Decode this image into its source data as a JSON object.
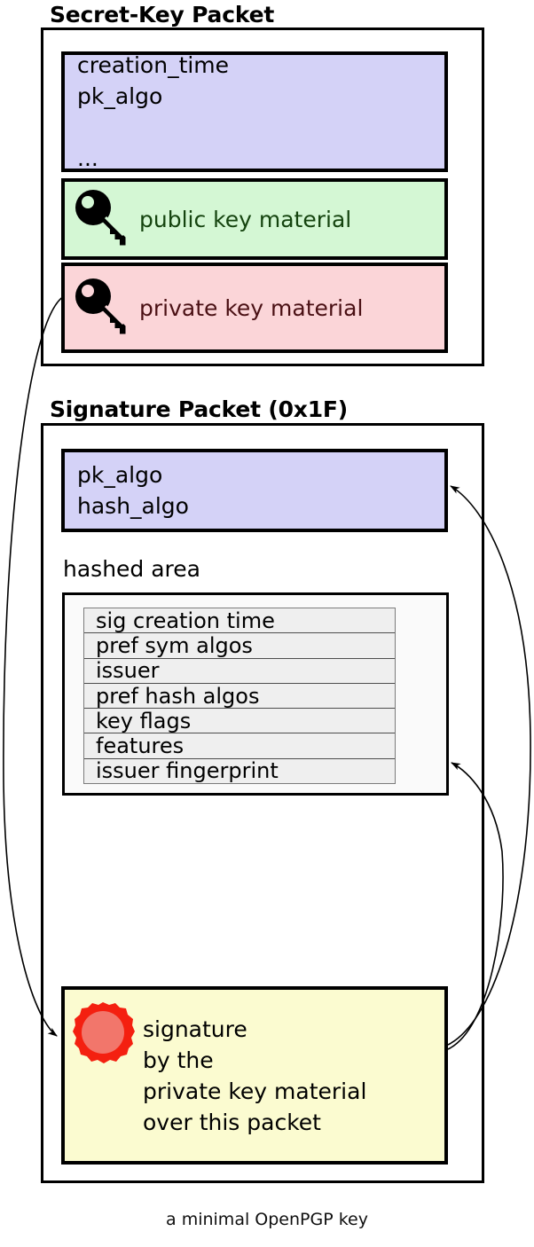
{
  "diagram": {
    "caption": "a minimal OpenPGP key",
    "colors": {
      "lavender": "#d4d2f7",
      "green": "#d4f7d4",
      "pink": "#fbd5d8",
      "yellow": "#fbfbd0",
      "panel_gray": "#efefef",
      "seal_ring": "#f42010",
      "seal_center": "#f2766b",
      "stroke": "#000000"
    }
  },
  "secret_key_packet": {
    "title": "Secret-Key Packet",
    "header_block": {
      "lines": [
        "creation_time",
        "pk_algo",
        "..."
      ],
      "text": "creation_time\npk_algo\n\n..."
    },
    "public_key_row": {
      "icon": "key-icon",
      "label": "public key material"
    },
    "private_key_row": {
      "icon": "key-icon",
      "label": "private key material"
    }
  },
  "signature_packet": {
    "title": "Signature Packet (0x1F)",
    "header_block": {
      "lines": [
        "pk_algo",
        "hash_algo"
      ],
      "text": "pk_algo\nhash_algo"
    },
    "hashed_area": {
      "label": "hashed area",
      "subpackets": [
        "sig creation time",
        "pref sym algos",
        "issuer",
        "pref hash algos",
        "key flags",
        "features",
        "issuer fingerprint"
      ]
    },
    "signature_block": {
      "icon": "wax-seal-icon",
      "lines": [
        "signature",
        "by the",
        "private key material",
        "over this packet"
      ],
      "text": "signature\nby the\nprivate key material\nover this packet"
    }
  },
  "arrows": [
    {
      "name": "private-key-signs-signature",
      "from": "private key material",
      "to": "signature block"
    },
    {
      "name": "signature-covers-header",
      "from": "signature block",
      "to": "pk_algo / hash_algo block"
    },
    {
      "name": "signature-covers-hashed-area",
      "from": "signature block",
      "to": "hashed area"
    }
  ]
}
